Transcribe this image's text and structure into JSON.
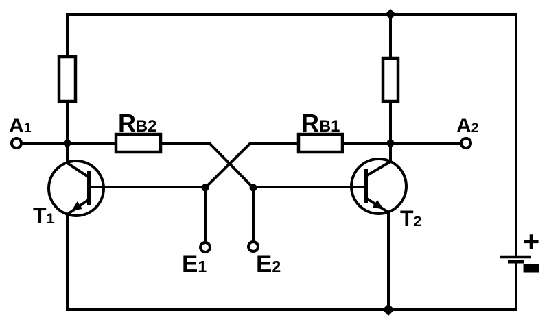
{
  "colors": {
    "ink": "#000000",
    "background": "#ffffff"
  },
  "labels": {
    "a1": {
      "main": "A",
      "sub": "1"
    },
    "a2": {
      "main": "A",
      "sub": "2"
    },
    "e1": {
      "main": "E",
      "sub": "1"
    },
    "e2": {
      "main": "E",
      "sub": "2"
    },
    "t1": {
      "main": "T",
      "sub": "1"
    },
    "t2": {
      "main": "T",
      "sub": "2"
    },
    "rb1": {
      "main": "R",
      "sub": "B1"
    },
    "rb2": {
      "main": "R",
      "sub": "B2"
    }
  },
  "battery": {
    "plus_label": "+",
    "minus_label": "−"
  }
}
